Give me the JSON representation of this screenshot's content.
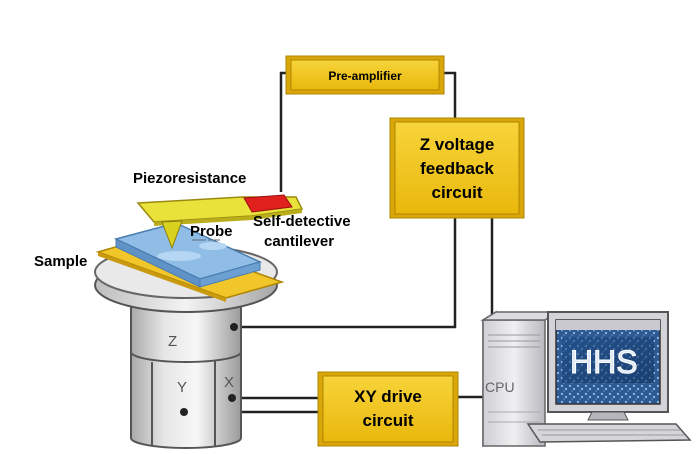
{
  "boxes": {
    "preamp": "Pre-amplifier",
    "zfeedback": [
      "Z voltage",
      "feedback",
      "circuit"
    ],
    "xydrive": [
      "XY drive",
      "circuit"
    ]
  },
  "labels": {
    "piezoresistance": "Piezoresistance",
    "probe": "Probe",
    "cantilever": [
      "Self-detective",
      "cantilever"
    ],
    "sample": "Sample"
  },
  "scanner": {
    "z": "Z",
    "y": "Y",
    "x": "X"
  },
  "computer": {
    "cpu": "CPU",
    "screen_logo": "HHS"
  },
  "colors": {
    "box_fill": "#f3c614",
    "box_border": "#b08600",
    "cantilever": "#e8e23a",
    "piezo": "#e0201c",
    "sample_plate": "#f0c62a",
    "sample_block": "#8fbde6",
    "wire": "#222222"
  }
}
